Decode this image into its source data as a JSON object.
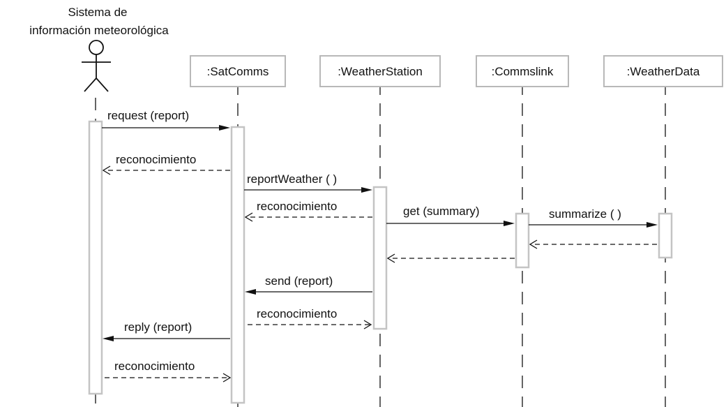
{
  "actor": {
    "line1": "Sistema de",
    "line2": "información meteorológica"
  },
  "objects": [
    {
      "id": "satcomms",
      "label": ":SatComms"
    },
    {
      "id": "weatherstation",
      "label": ":WeatherStation"
    },
    {
      "id": "commslink",
      "label": ":Commslink"
    },
    {
      "id": "weatherdata",
      "label": ":WeatherData"
    }
  ],
  "messages": [
    {
      "id": "m1",
      "label": "request (report)",
      "style": "sync"
    },
    {
      "id": "m2",
      "label": "reconocimiento",
      "style": "return"
    },
    {
      "id": "m3",
      "label": "reportWeather ( )",
      "style": "sync"
    },
    {
      "id": "m4",
      "label": "reconocimiento",
      "style": "return"
    },
    {
      "id": "m5",
      "label": "get (summary)",
      "style": "sync"
    },
    {
      "id": "m6",
      "label": "summarize ( )",
      "style": "sync"
    },
    {
      "id": "m7",
      "label": "",
      "style": "return"
    },
    {
      "id": "m8",
      "label": "",
      "style": "return"
    },
    {
      "id": "m9",
      "label": "send (report)",
      "style": "sync"
    },
    {
      "id": "m10",
      "label": "reconocimiento",
      "style": "return"
    },
    {
      "id": "m11",
      "label": "reply (report)",
      "style": "sync"
    },
    {
      "id": "m12",
      "label": "reconocimiento",
      "style": "return"
    }
  ]
}
